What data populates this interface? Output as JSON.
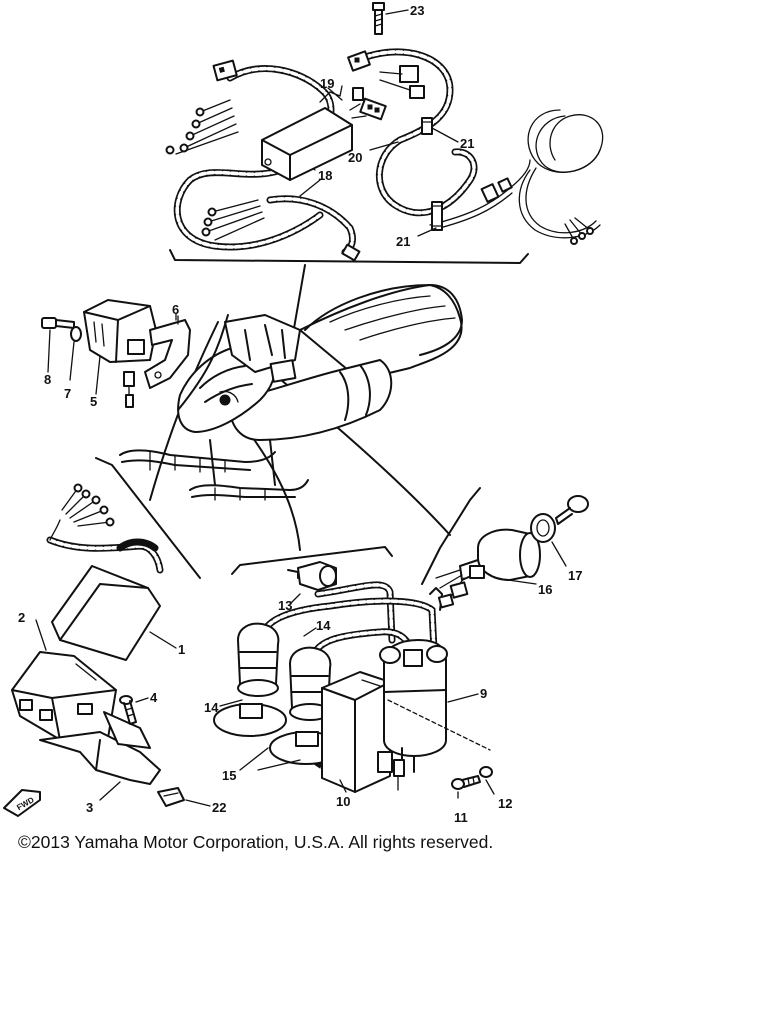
{
  "callouts": {
    "c1": "1",
    "c2": "2",
    "c3": "3",
    "c4": "4",
    "c5": "5",
    "c6": "6",
    "c7": "7",
    "c8": "8",
    "c9": "9",
    "c10": "10",
    "c11": "11",
    "c12": "12",
    "c13": "13",
    "c14a": "14",
    "c14b": "14",
    "c15": "15",
    "c16": "16",
    "c17": "17",
    "c18": "18",
    "c19": "19",
    "c20": "20",
    "c21a": "21",
    "c21b": "21",
    "c22": "22",
    "c23": "23"
  },
  "fwd_label": "FWD",
  "copyright": "©2013 Yamaha Motor Corporation, U.S.A. All rights reserved."
}
